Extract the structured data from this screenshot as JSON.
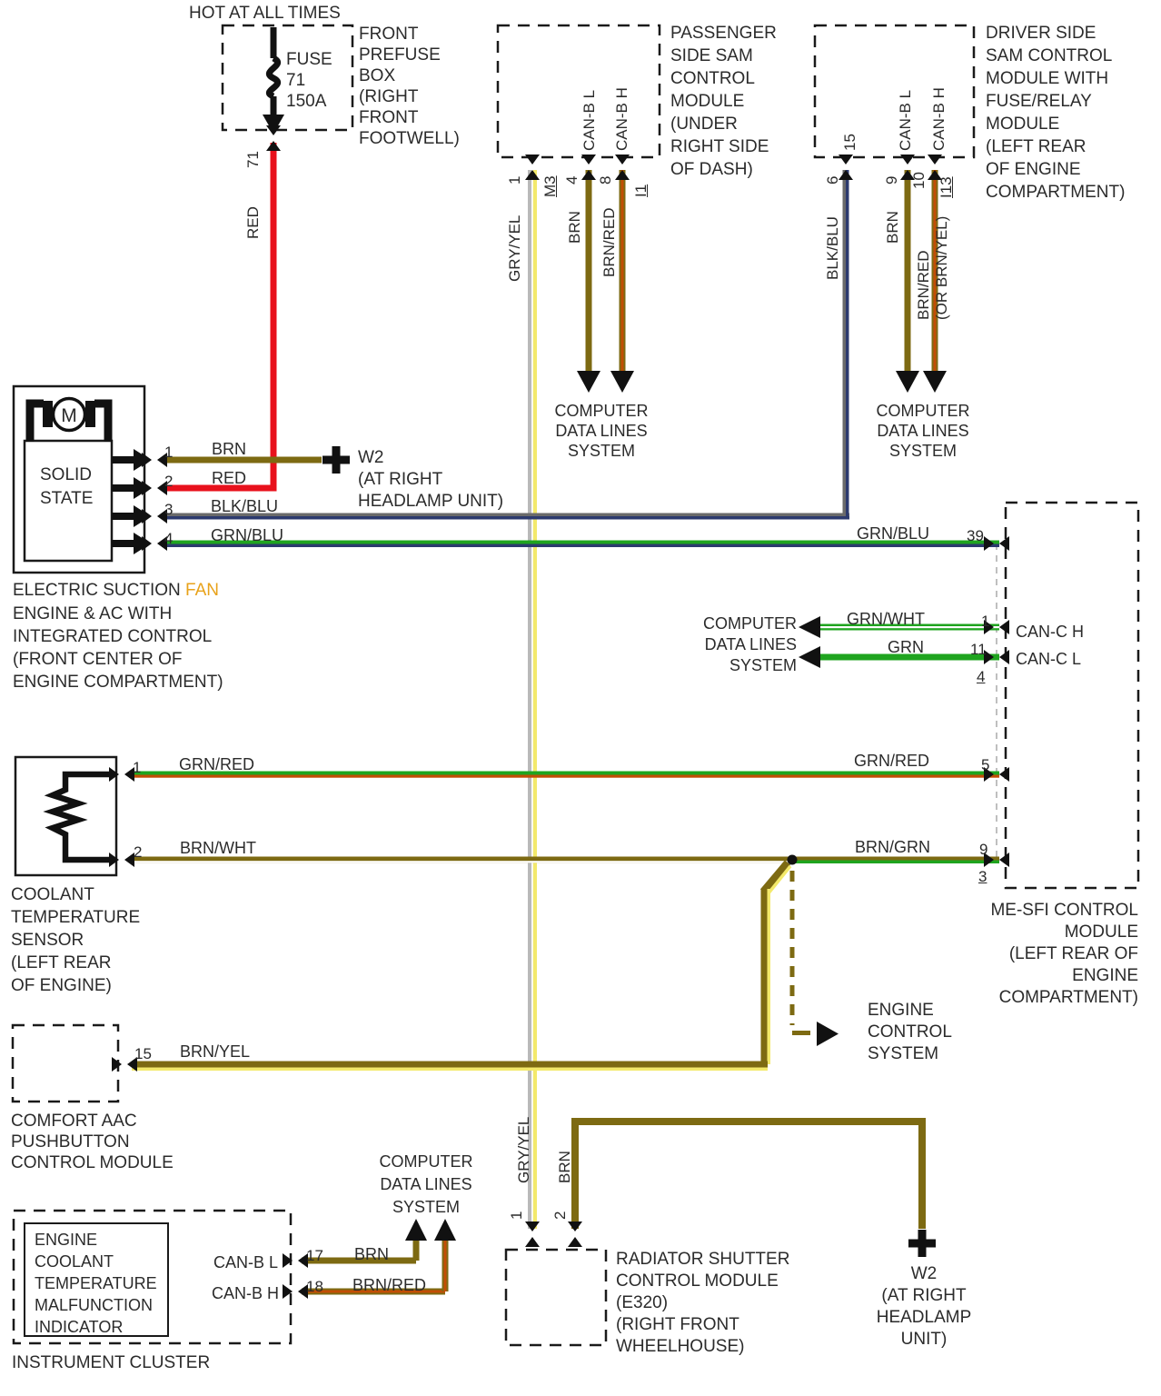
{
  "header": {
    "hot_at_all_times": "HOT AT ALL TIMES"
  },
  "colors": {
    "red": "#e8111c",
    "brown": "#7d6a12",
    "yellow": "#f3e96b",
    "gray": "#b9b9b9",
    "navy": "#2c3a6e",
    "green": "#1fa41f",
    "red_stripe": "#c24d05",
    "fan_text_highlight": "#e8a21a"
  },
  "prefuse": {
    "fuse_label": "FUSE\n71\n150A",
    "caption": "FRONT\nPREFUSE\nBOX\n(RIGHT\nFRONT\nFOOTWELL)",
    "pin_71": "71",
    "wire_red": "RED"
  },
  "passenger_sam": {
    "caption": "PASSENGER\nSIDE SAM\nCONTROL\nMODULE\n(UNDER\nRIGHT SIDE\nOF DASH)",
    "can_b_l": "CAN-B L",
    "can_b_h": "CAN-B H",
    "pin_1": "1",
    "conn_m3": "M3",
    "pin_4": "4",
    "pin_8": "8",
    "conn_i1": "I1",
    "wire_gry_yel": "GRY/YEL",
    "wire_brn": "BRN",
    "wire_brn_red": "BRN/RED",
    "dest": "COMPUTER\nDATA LINES\nSYSTEM"
  },
  "driver_sam": {
    "caption": "DRIVER SIDE\nSAM CONTROL\nMODULE WITH\nFUSE/RELAY\nMODULE\n(LEFT REAR\nOF ENGINE\nCOMPARTMENT)",
    "pin_15": "15",
    "can_b_l": "CAN-B L",
    "can_b_h": "CAN-B H",
    "pin_6": "6",
    "pin_9": "9",
    "pin_10": "10",
    "conn_i13": "I13",
    "wire_blk_blu": "BLK/BLU",
    "wire_brn": "BRN",
    "wire_brn_red_alt": "BRN/RED\n(OR BRN/YEL)",
    "dest": "COMPUTER\nDATA LINES\nSYSTEM"
  },
  "fan": {
    "motor": "M",
    "solid_state": "SOLID\nSTATE",
    "pin_1": "1",
    "pin_2": "2",
    "pin_3": "3",
    "pin_4": "4",
    "wire_1": "BRN",
    "wire_2": "RED",
    "wire_3": "BLK/BLU",
    "wire_4": "GRN/BLU",
    "caption_black": "ELECTRIC SUCTION ",
    "caption_fan": "FAN",
    "caption_rest": "ENGINE & AC WITH\nINTEGRATED CONTROL\n(FRONT CENTER OF\nENGINE COMPARTMENT)"
  },
  "w2_top": {
    "label": "W2\n(AT RIGHT\nHEADLAMP UNIT)"
  },
  "me_sfi": {
    "wire_grn_blu": "GRN/BLU",
    "pin_39": "39",
    "can_c_h": "CAN-C H",
    "can_c_l": "CAN-C L",
    "wire_grn_wht": "GRN/WHT",
    "pin_1": "1",
    "wire_grn": "GRN",
    "pin_11": "11",
    "conn_4": "4",
    "wire_grn_red": "GRN/RED",
    "pin_5": "5",
    "wire_brn_grn": "BRN/GRN",
    "pin_9": "9",
    "conn_3": "3",
    "dest": "COMPUTER\nDATA LINES\nSYSTEM",
    "caption": "ME-SFI CONTROL\nMODULE\n(LEFT REAR OF\nENGINE\nCOMPARTMENT)"
  },
  "coolant": {
    "pin_1": "1",
    "wire_grn_red": "GRN/RED",
    "pin_2": "2",
    "wire_brn_wht": "BRN/WHT",
    "caption": "COOLANT\nTEMPERATURE\nSENSOR\n(LEFT REAR\nOF ENGINE)"
  },
  "ecs": {
    "label": "ENGINE\nCONTROL\nSYSTEM"
  },
  "comfort": {
    "pin_15": "15",
    "wire_brn_yel": "BRN/YEL",
    "caption": "COMFORT AAC\nPUSHBUTTON\nCONTROL MODULE"
  },
  "cluster": {
    "dest": "COMPUTER\nDATA LINES\nSYSTEM",
    "can_b_l": "CAN-B L",
    "can_b_h": "CAN-B H",
    "pin_17": "17",
    "wire_17": "BRN",
    "pin_18": "18",
    "wire_18": "BRN/RED",
    "indicator": "ENGINE\nCOOLANT\nTEMPERATURE\nMALFUNCTION\nINDICATOR",
    "caption": "INSTRUMENT CLUSTER"
  },
  "radiator": {
    "pin_1": "1",
    "wire_1": "GRY/YEL",
    "pin_2": "2",
    "wire_2": "BRN",
    "caption": "RADIATOR SHUTTER\nCONTROL MODULE\n(E320)\n(RIGHT FRONT\nWHEELHOUSE)"
  },
  "w2_bottom": {
    "label": "W2\n(AT RIGHT\nHEADLAMP\nUNIT)"
  }
}
